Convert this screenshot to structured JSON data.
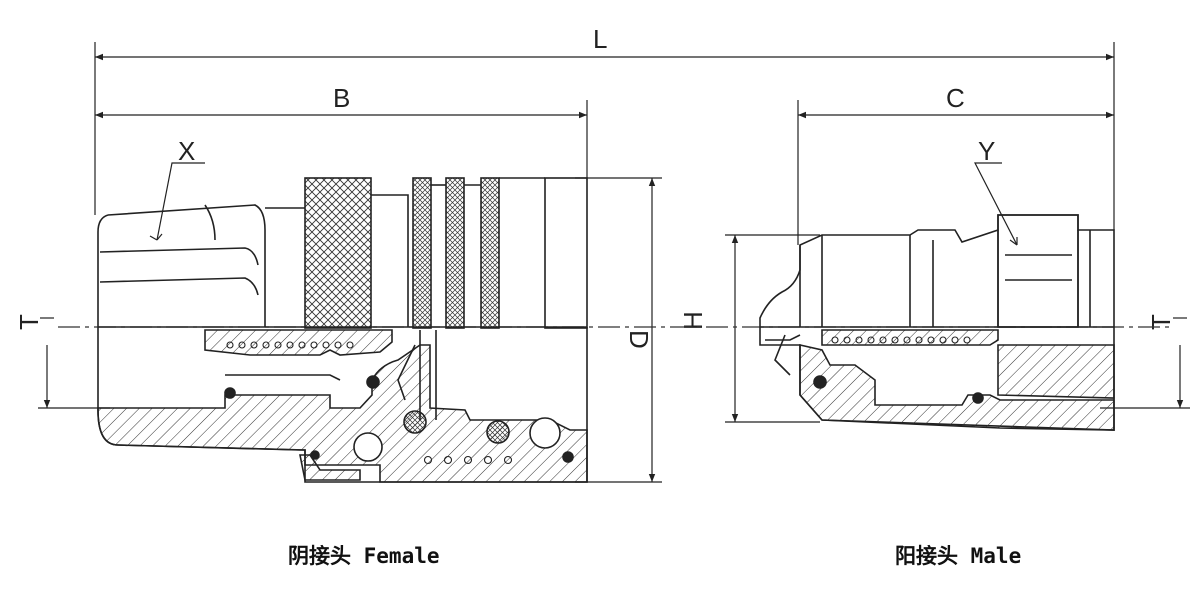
{
  "dimensions": {
    "overall_length": "L",
    "female_length": "B",
    "male_length": "C",
    "female_diameter": "D",
    "male_height": "H",
    "female_hex": "X",
    "male_hex": "Y",
    "thread_mark": "T"
  },
  "captions": {
    "female": "阴接头 Female",
    "male": "阳接头 Male"
  }
}
